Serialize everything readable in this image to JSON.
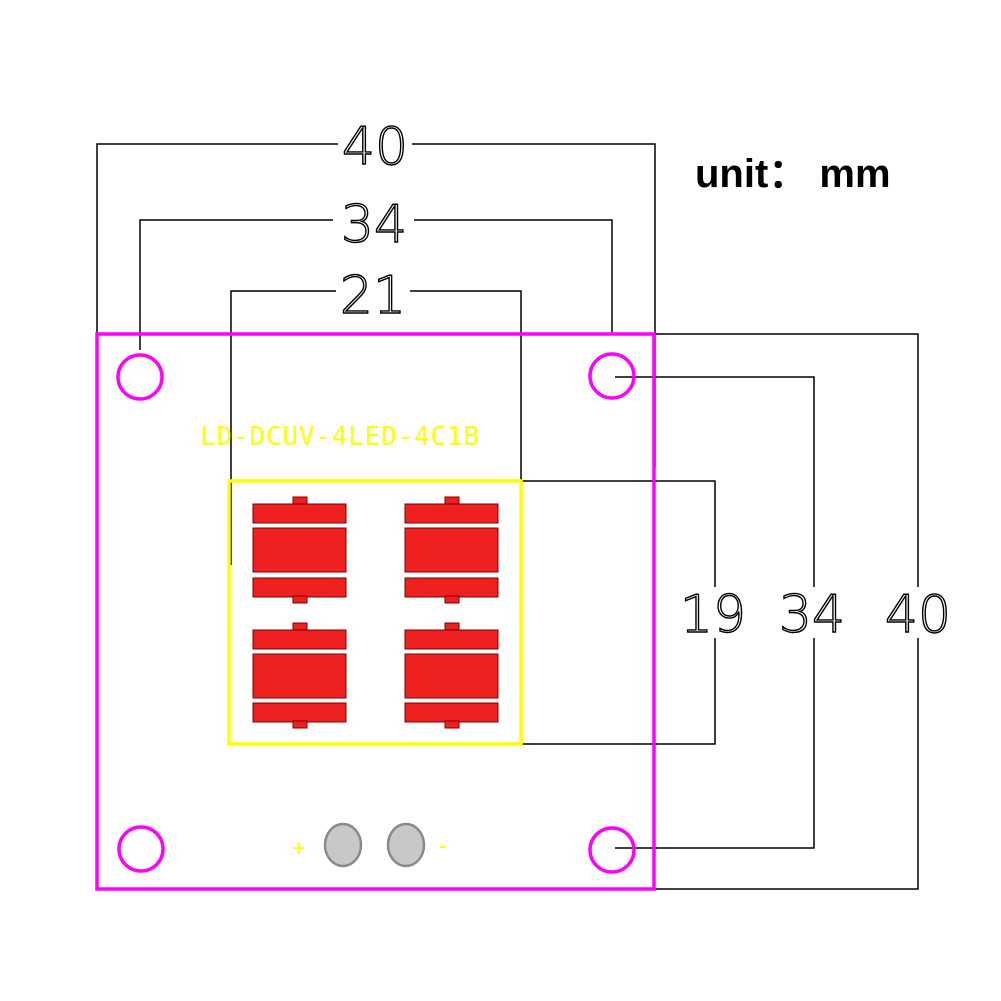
{
  "unit_label": "unit： mm",
  "board_label": "LD-DCUV-4LED-4C1B",
  "dimensions": {
    "board_width": "40",
    "hole_spacing_x": "34",
    "led_area_width": "21",
    "led_area_height": "19",
    "hole_spacing_y": "34",
    "board_height": "40"
  },
  "polarity": {
    "plus": "+",
    "minus": "-"
  },
  "colors": {
    "board_outline": "#ff00ff",
    "led_frame": "#ffff00",
    "led_pad": "#ee2020",
    "solder_pad": "#c8c8c8",
    "dimension_line": "#000000"
  },
  "led_count": 4
}
